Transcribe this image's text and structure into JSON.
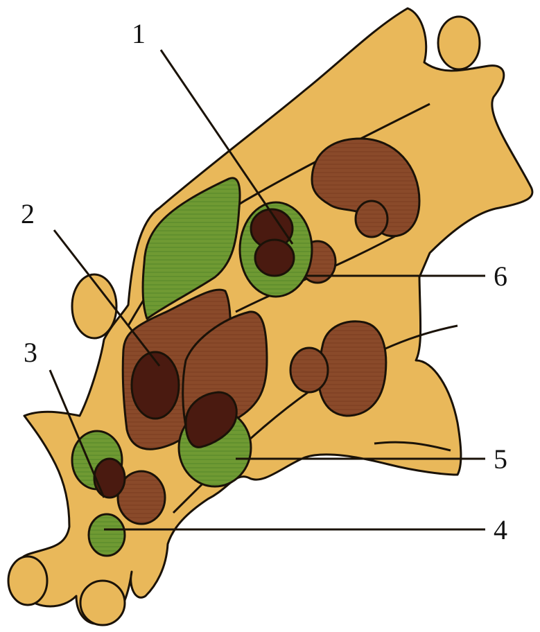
{
  "labels": {
    "one": "1",
    "two": "2",
    "three": "3",
    "four": "4",
    "five": "5",
    "six": "6"
  },
  "colors": {
    "background": "#ffffff",
    "body_fill": "#e9b85a",
    "green_fill": "#6f9a33",
    "brown_fill": "#8a4a2a",
    "dark_brown_fill": "#4a1a10",
    "outline": "#1a1208"
  }
}
